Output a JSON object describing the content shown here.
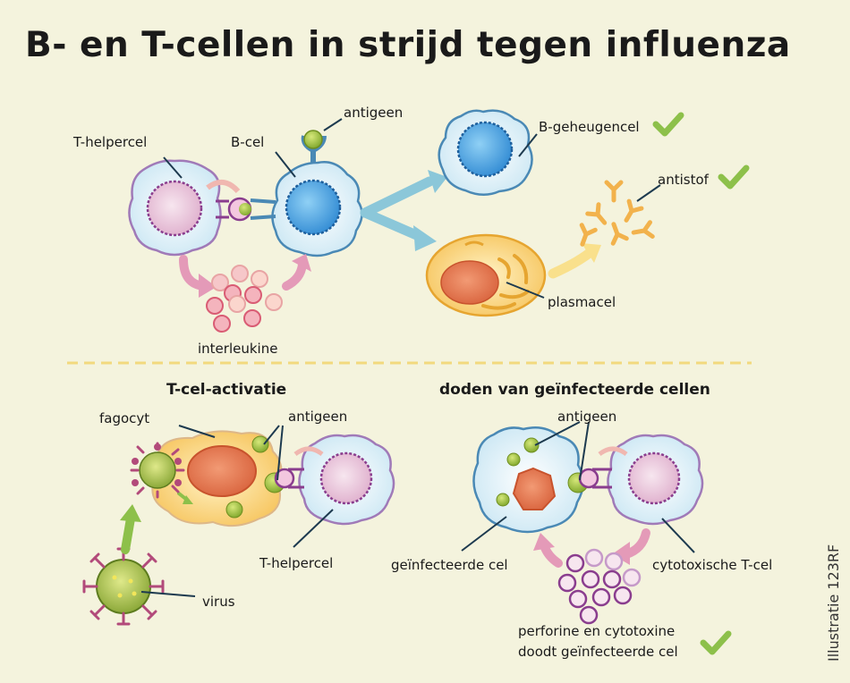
{
  "title": "B- en T-cellen in strijd tegen influenza",
  "top_section": {
    "labels": {
      "t_helpercel": "T-helpercel",
      "b_cel": "B-cel",
      "antigeen": "antigeen",
      "b_geheugencel": "B-geheugencel",
      "antistof": "antistof",
      "plasmacel": "plasmacel",
      "interleukine": "interleukine"
    }
  },
  "bottom_left": {
    "heading": "T-cel-activatie",
    "labels": {
      "fagocyt": "fagocyt",
      "antigeen": "antigeen",
      "t_helpercel": "T-helpercel",
      "virus": "virus"
    }
  },
  "bottom_right": {
    "heading": "doden van geïnfecteerde cellen",
    "labels": {
      "antigeen": "antigeen",
      "geinfecteerde_cel": "geïnfecteerde cel",
      "cytotoxische_t_cel": "cytotoxische T-cel",
      "perforine_line1": "perforine en cytotoxine",
      "perforine_line2": "doodt geïnfecteerde cel"
    }
  },
  "credit": "Illustratie 123RF",
  "colors": {
    "background": "#f4f3dd",
    "check": "#8dc04a",
    "b_cell": "#3f97d9",
    "t_cell": "#e9bcd6",
    "plasma": "#f7c96b",
    "virus": "#96b73c",
    "arrow_blue": "#8bc7d9",
    "arrow_pink": "#e49ab8"
  }
}
